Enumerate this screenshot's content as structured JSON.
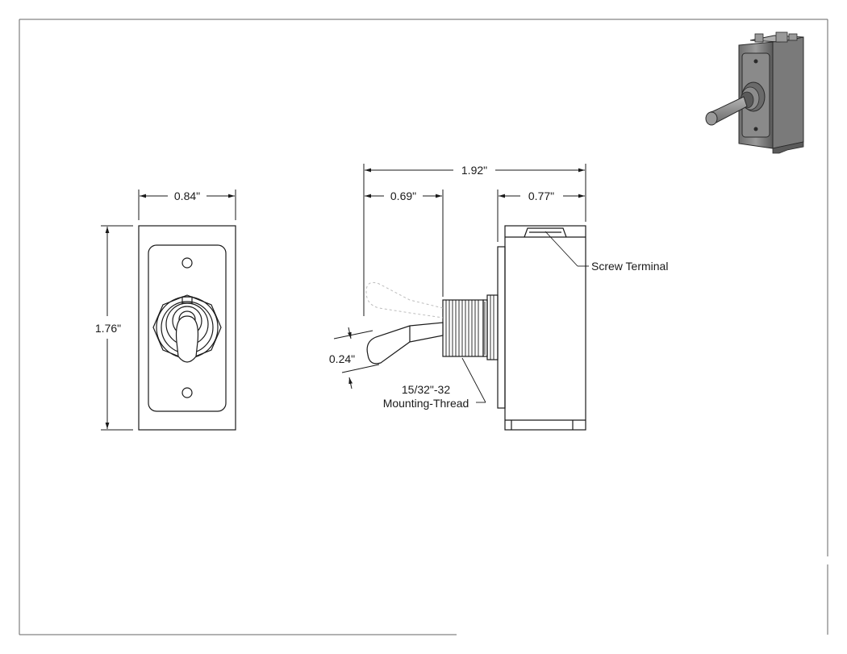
{
  "drawing": {
    "dimensions": {
      "front_width": "0.84\"",
      "front_height": "1.76\"",
      "overall_length": "1.92\"",
      "lever_length": "0.69\"",
      "body_depth": "0.77\"",
      "lever_tip_dia": "0.24\""
    },
    "callouts": {
      "screw_terminal": "Screw Terminal",
      "thread_line1": "15/32\"-32",
      "thread_line2": "Mounting-Thread"
    },
    "icons": {
      "front_view": "toggle-switch-front-view-icon",
      "side_view": "toggle-switch-side-view-icon",
      "iso_view": "toggle-switch-isometric-icon"
    },
    "colors": {
      "line": "#1a1a1a",
      "iso_body": "#8c8c8c",
      "iso_dark": "#4a4a4a",
      "iso_light": "#c8c8c8"
    }
  }
}
